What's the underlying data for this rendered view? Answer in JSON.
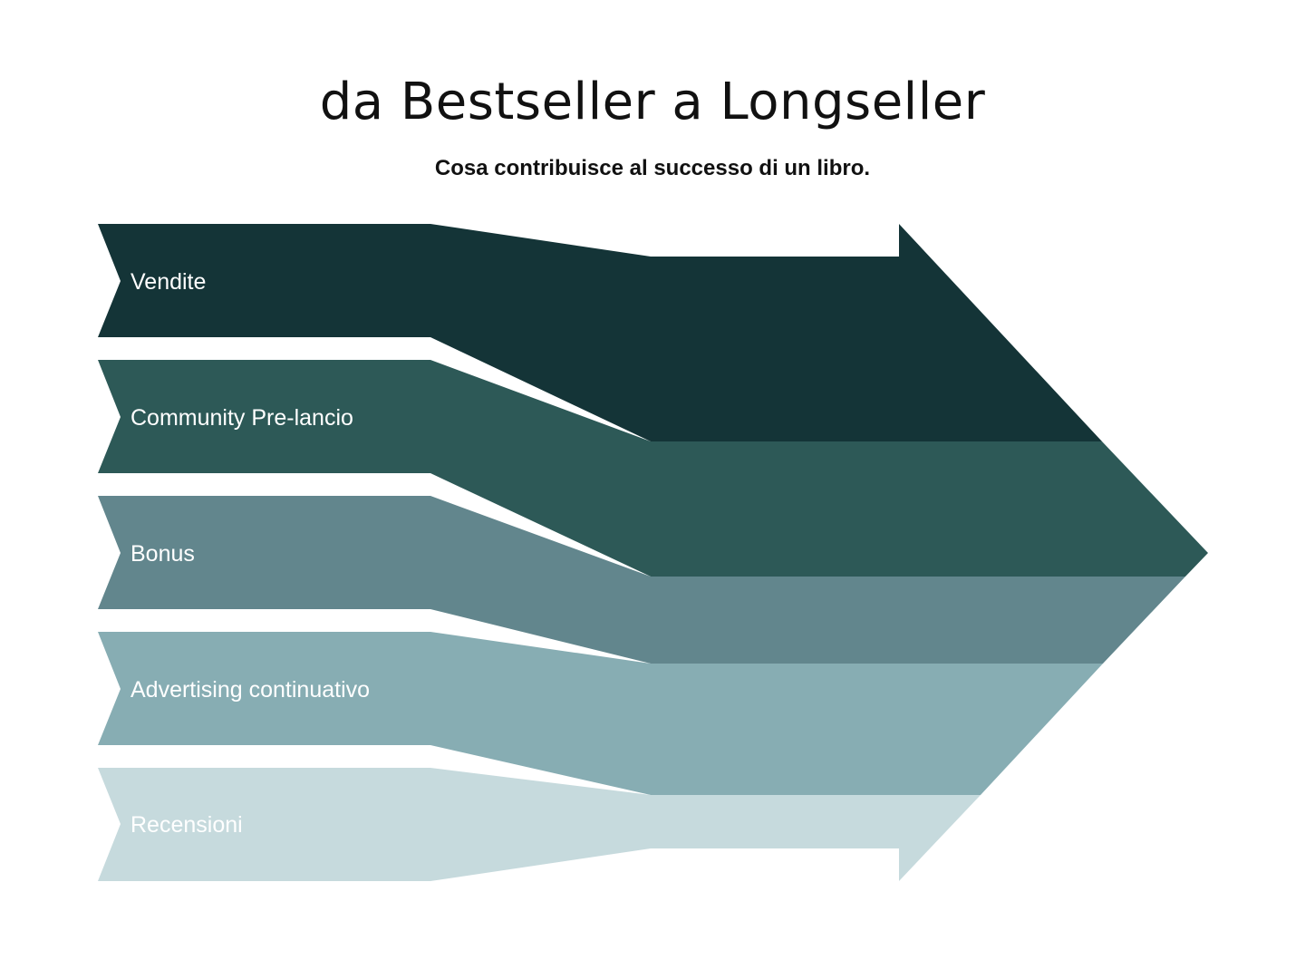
{
  "title": "da Bestseller a Longseller",
  "subtitle": "Cosa contribuisce al successo di un libro.",
  "bands": [
    {
      "label": "Vendite",
      "color": "#143437",
      "text_color": "#ffffff"
    },
    {
      "label": "Community Pre-lancio",
      "color": "#2d5957",
      "text_color": "#ffffff"
    },
    {
      "label": "Bonus",
      "color": "#62868d",
      "text_color": "#ffffff"
    },
    {
      "label": "Advertising continuativo",
      "color": "#87adb3",
      "text_color": "#ffffff"
    },
    {
      "label": "Recensioni",
      "color": "#c6dadd",
      "text_color": "#ffffff"
    }
  ]
}
